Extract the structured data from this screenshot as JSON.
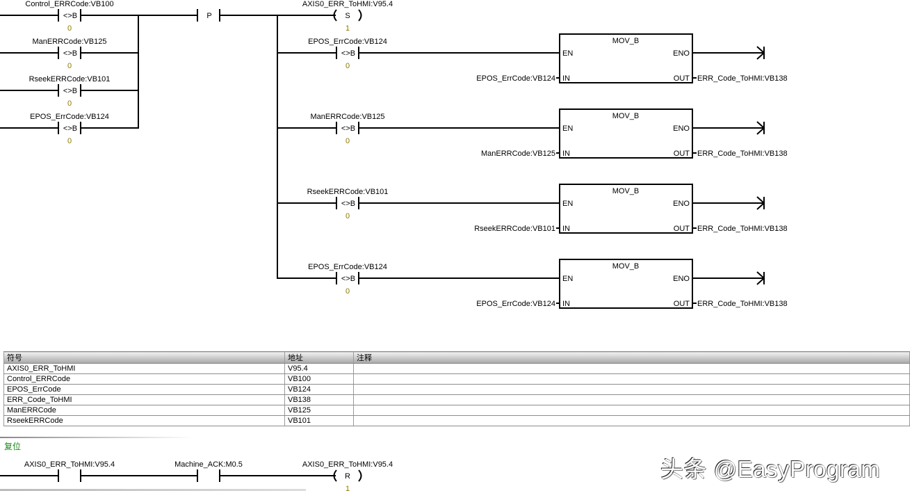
{
  "network1": {
    "or_contacts": [
      {
        "operand": "Control_ERRCode:VB100",
        "op": "<>B",
        "value": "0"
      },
      {
        "operand": "ManERRCode:VB125",
        "op": "<>B",
        "value": "0"
      },
      {
        "operand": "RseekERRCode:VB101",
        "op": "<>B",
        "value": "0"
      },
      {
        "operand": "EPOS_ErrCode:VB124",
        "op": "<>B",
        "value": "0"
      }
    ],
    "edge_contact": {
      "op": "P"
    },
    "set_coil": {
      "operand": "AXIS0_ERR_ToHMI:V95.4",
      "op": "S",
      "value": "1"
    },
    "branches": [
      {
        "contact": {
          "operand": "EPOS_ErrCode:VB124",
          "op": "<>B",
          "value": "0"
        },
        "box": {
          "title": "MOV_B",
          "en": "EN",
          "eno": "ENO",
          "in_label": "IN",
          "out_label": "OUT",
          "in": "EPOS_ErrCode:VB124",
          "out": "ERR_Code_ToHMI:VB138"
        }
      },
      {
        "contact": {
          "operand": "ManERRCode:VB125",
          "op": "<>B",
          "value": "0"
        },
        "box": {
          "title": "MOV_B",
          "en": "EN",
          "eno": "ENO",
          "in_label": "IN",
          "out_label": "OUT",
          "in": "ManERRCode:VB125",
          "out": "ERR_Code_ToHMI:VB138"
        }
      },
      {
        "contact": {
          "operand": "RseekERRCode:VB101",
          "op": "<>B",
          "value": "0"
        },
        "box": {
          "title": "MOV_B",
          "en": "EN",
          "eno": "ENO",
          "in_label": "IN",
          "out_label": "OUT",
          "in": "RseekERRCode:VB101",
          "out": "ERR_Code_ToHMI:VB138"
        }
      },
      {
        "contact": {
          "operand": "EPOS_ErrCode:VB124",
          "op": "<>B",
          "value": "0"
        },
        "box": {
          "title": "MOV_B",
          "en": "EN",
          "eno": "ENO",
          "in_label": "IN",
          "out_label": "OUT",
          "in": "EPOS_ErrCode:VB124",
          "out": "ERR_Code_ToHMI:VB138"
        }
      }
    ]
  },
  "symbol_table": {
    "headers": [
      "符号",
      "地址",
      "注释"
    ],
    "rows": [
      {
        "symbol": "AXIS0_ERR_ToHMI",
        "address": "V95.4",
        "comment": ""
      },
      {
        "symbol": "Control_ERRCode",
        "address": "VB100",
        "comment": ""
      },
      {
        "symbol": "EPOS_ErrCode",
        "address": "VB124",
        "comment": ""
      },
      {
        "symbol": "ERR_Code_ToHMI",
        "address": "VB138",
        "comment": ""
      },
      {
        "symbol": "ManERRCode",
        "address": "VB125",
        "comment": ""
      },
      {
        "symbol": "RseekERRCode",
        "address": "VB101",
        "comment": ""
      }
    ]
  },
  "network2": {
    "comment": "复位",
    "contacts": [
      {
        "operand": "AXIS0_ERR_ToHMI:V95.4"
      },
      {
        "operand": "Machine_ACK:M0.5"
      }
    ],
    "reset_coil": {
      "operand": "AXIS0_ERR_ToHMI:V95.4",
      "op": "R",
      "value": "1"
    }
  },
  "watermark": "头条 @EasyProgram"
}
